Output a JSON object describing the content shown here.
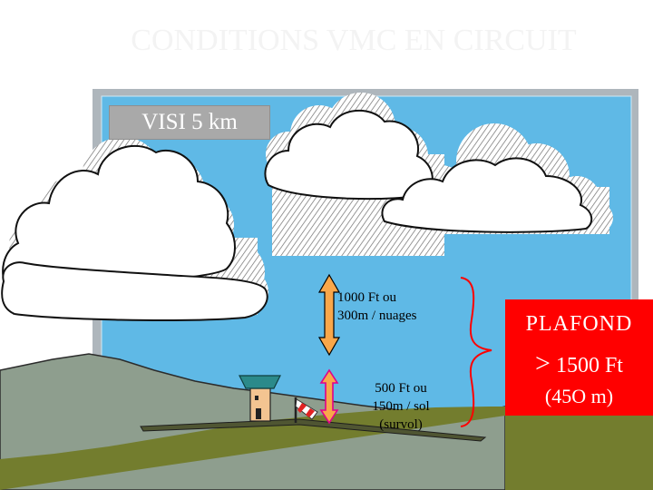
{
  "slide": {
    "faint_title": "CONDITIONS VMC EN CIRCUIT",
    "visibility_label": "VISI 5 km",
    "cloud_clearance": {
      "line1": "1000 Ft ou",
      "line2": "300m / nuages"
    },
    "ground_clearance": {
      "line1": "500 Ft ou",
      "line2": "150m / sol",
      "line3": "(survol)"
    },
    "ceiling": {
      "title": "PLAFOND",
      "symbol": ">",
      "value": "1500 Ft",
      "metric": "(45O m)"
    }
  },
  "colors": {
    "sky": "#5fb9e6",
    "frame": "#aeb6bc",
    "hill": "#8e9e8e",
    "ground": "#737d2e",
    "cloud_shadow": "#7a7a7a",
    "arrow_fill": "#f9a74a",
    "arrow_stroke": "#000000",
    "magenta_arrow": "#e0008a",
    "brace": "#ff0000",
    "ceiling_box": "#ff0000",
    "visi_box": "#a9a9a9"
  },
  "icons": [
    "cloud-icon",
    "control-tower-icon",
    "windsock-icon",
    "double-arrow-icon",
    "curly-brace-icon"
  ]
}
